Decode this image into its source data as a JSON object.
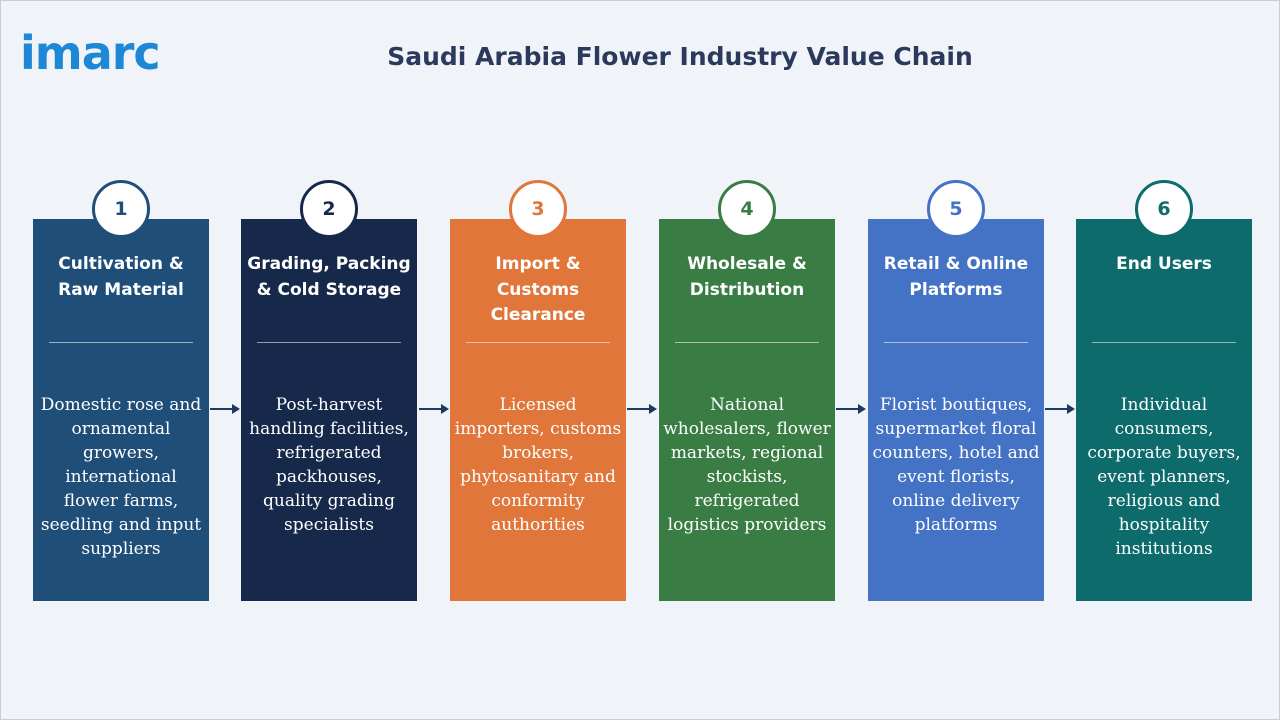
{
  "logo": {
    "text": "imarc"
  },
  "title": "Saudi Arabia Flower Industry Value Chain",
  "stages": [
    {
      "number": "1",
      "heading": "Cultivation & Raw Material",
      "description": "Domestic rose and ornamental growers, international flower farms, seedling and input suppliers",
      "color": "#1f4e79"
    },
    {
      "number": "2",
      "heading": "Grading, Packing & Cold Storage",
      "description": "Post-harvest handling facilities, refrigerated packhouses, quality grading specialists",
      "color": "#17294a"
    },
    {
      "number": "3",
      "heading": "Import & Customs Clearance",
      "description": "Licensed importers, customs brokers, phytosanitary and conformity authorities",
      "color": "#e0763a"
    },
    {
      "number": "4",
      "heading": "Wholesale & Distribution",
      "description": "National wholesalers, flower markets, regional stockists, refrigerated logistics providers",
      "color": "#3a7d44"
    },
    {
      "number": "5",
      "heading": "Retail & Online Platforms",
      "description": "Florist boutiques, supermarket floral counters, hotel and event florists, online delivery platforms",
      "color": "#4472c4"
    },
    {
      "number": "6",
      "heading": "End Users",
      "description": "Individual consumers, corporate buyers, event planners, religious and hospitality institutions",
      "color": "#0d6b6b"
    }
  ],
  "icons": {
    "arrow": "right-arrow-icon"
  }
}
